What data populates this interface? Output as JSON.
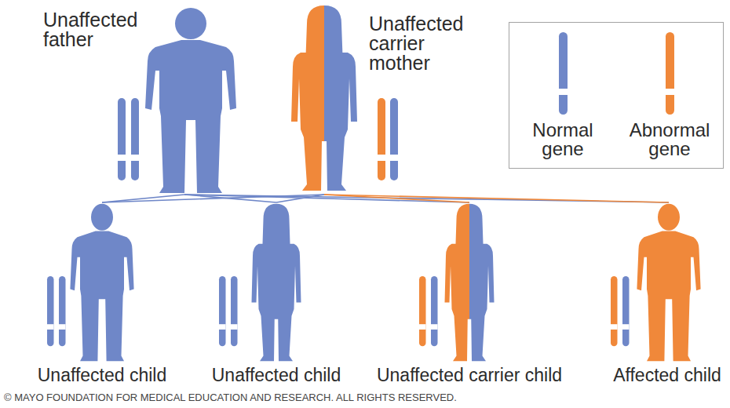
{
  "diagram": {
    "nodes": [
      {
        "text": [
          "Unaffected father"
        ]
      },
      {
        "text": [
          "Unaffected carrier mother"
        ]
      },
      {
        "text": [
          "Unaffected child"
        ]
      },
      {
        "text": [
          "Unaffected child"
        ]
      },
      {
        "text": [
          "Unaffected carrier child"
        ]
      },
      {
        "text": [
          "Affected child"
        ]
      }
    ],
    "edges": [
      {
        "from": 0,
        "to": 2,
        "arrow": "none"
      },
      {
        "from": 0,
        "to": 3,
        "arrow": "none"
      },
      {
        "from": 0,
        "to": 4,
        "arrow": "none"
      },
      {
        "from": 0,
        "to": 5,
        "arrow": "none"
      },
      {
        "from": 1,
        "to": 2,
        "arrow": "none"
      },
      {
        "from": 1,
        "to": 3,
        "arrow": "none"
      },
      {
        "from": 1,
        "to": 4,
        "arrow": "none"
      },
      {
        "from": 1,
        "to": 5,
        "arrow": "none"
      }
    ],
    "labels": [
      "© MAYO FOUNDATION FOR MEDICAL EDUCATION AND RESEARCH. ALL RIGHTS RESERVED."
    ],
    "legend": [
      {
        "text": "Normal gene",
        "color": "#6f87c8"
      },
      {
        "text": "Abnormal gene",
        "color": "#f0883a"
      }
    ]
  }
}
